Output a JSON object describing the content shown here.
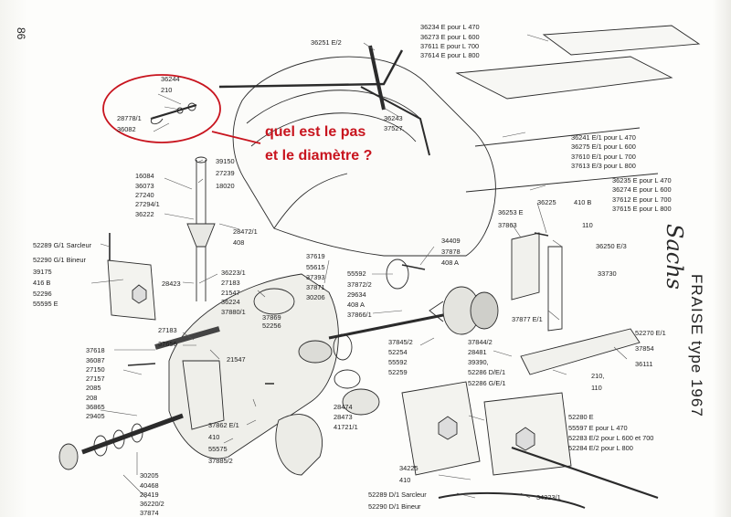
{
  "page_number": "86",
  "title": "FRAISE type 1967",
  "signature": "Sachs",
  "annotation": {
    "line1": "quel est le pas",
    "line2": "et le diamètre ?",
    "color": "#c8141e"
  },
  "labels": {
    "l36244": "36244",
    "l210a": "210",
    "l28778": "28778/1",
    "l36082": "36082",
    "l36251": "36251 E/2",
    "l36243": "36243",
    "l37527": "37527.",
    "l36234": "36234 E pour L 470",
    "l36273": "36273 E pour L 600",
    "l37611": "37611 E pour L 700",
    "l37614": "37614 E pour L 800",
    "l36241": "36241 E/1 pour L 470",
    "l36275": "36275 E/1 pour L 600",
    "l37610": "37610 E/1 pour L 700",
    "l37613": "37613 E/3 pour L 800",
    "l36235": "36235 E pour L 470",
    "l36274": "36274 E pour L 600",
    "l37612": "37612 E pour L 700",
    "l37615": "37615 E pour L 800",
    "l39150": "39150",
    "l27239": "27239",
    "l18020": "18020",
    "l16084": "16084",
    "l36073": "36073",
    "l27240": "27240",
    "l27294": "27294/1",
    "l36222": "36222",
    "l28472": "28472/1",
    "l408a": "408",
    "l36253": "36253 E",
    "l36225": "36225",
    "l410b": "410 B",
    "l37863": "37863",
    "l110a": "110",
    "l36250": "36250 E/3",
    "l52289g": "52289 G/1 Sarcleur",
    "l52290g": "52290 G/1 Bineur",
    "l39175": "39175",
    "l416b": "416 B",
    "l52296": "52296",
    "l55595": "55595 E",
    "l37619": "37619",
    "l34409": "34409",
    "l37878": "37878",
    "l408b": "408 A",
    "l33730": "33730",
    "l36223": "36223/1",
    "l27183a": "27183",
    "l21547a": "21547",
    "l36224": "36224",
    "l37880": "37880/1",
    "l28423": "28423",
    "l55615": "55615",
    "l37393": "37393",
    "l37871": "37871",
    "l30206": "30206",
    "l55592a": "55592",
    "l37872": "37872/2",
    "l29634": "29634",
    "l408c": "408 A",
    "l37866": "37866/1",
    "l37869": "37869",
    "l52256": "52256",
    "l37877": "37877 E/1",
    "l27183b": "27183",
    "l37656": "37656",
    "l37845": "37845/2",
    "l52254": "52254",
    "l55592b": "55592",
    "l52259": "52259",
    "l37844": "37844/2",
    "l28481": "28481",
    "l39390": "39390,",
    "l52286d": "52286 D/E/1",
    "l52286g": "52286 G/E/1",
    "l52270": "52270 E/1",
    "l37854": "37854",
    "l36111": "36111",
    "l210b": "210,",
    "l110b": "110",
    "l37618": "37618",
    "l36087": "36087",
    "l27150": "27150",
    "l27157": "27157",
    "l2085": "2085",
    "l208": "208",
    "l36865": "36865",
    "l29405": "29405",
    "l21547b": "21547",
    "l28474": "28474",
    "l28473": "28473",
    "l41721": "41721/1",
    "l37862": "37862 E/1",
    "l410a": "410",
    "l55575": "55575",
    "l37885": "37885/2",
    "l52280": "52280 E",
    "l55597": "55597 E pour L 470",
    "l52283": "52283 E/2 pour L 600 et 700",
    "l52284": "52284 E/2 pour L 800",
    "l34225": "34225",
    "l410c": "410",
    "l30205": "30205",
    "l40468": "40468",
    "l28419": "28419",
    "l36220": "36220/2",
    "l37874": "37874",
    "l52289d": "52289 D/1 Sarcleur",
    "l52290d": "52290 D/1 Bineur",
    "l34223": "34223/1"
  }
}
